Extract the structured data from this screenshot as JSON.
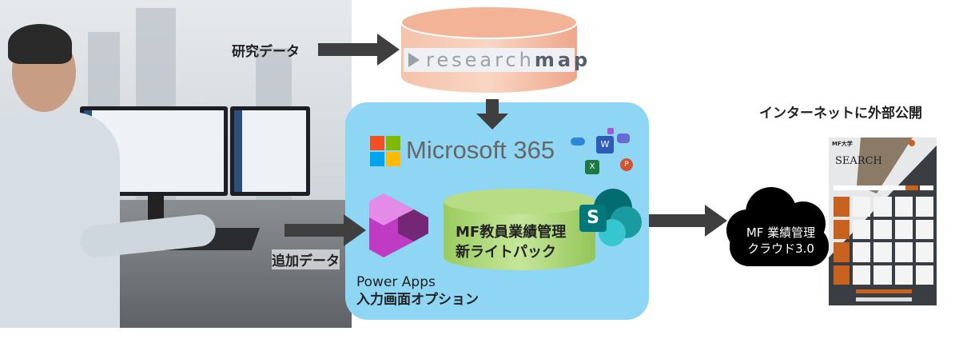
{
  "labels": {
    "research_data": "研究データ",
    "additional_data": "追加データ",
    "public_internet": "インターネットに外部公開"
  },
  "researchmap": {
    "light": "research",
    "bold": "map"
  },
  "microsoft365": {
    "title": "Microsoft 365"
  },
  "product": {
    "line1": "MF教員業績管理",
    "line2": "新ライトパック"
  },
  "power_apps": {
    "line1": "Power Apps",
    "line2": "入力画面オプション"
  },
  "cloud": {
    "line1": "MF 業績管理",
    "line2": "クラウド3.0"
  },
  "mockup": {
    "brand": "MF大学",
    "heading": "SEARCH"
  },
  "colors": {
    "blue_box": "#8fd6f4",
    "arrow": "#3f3f3f",
    "orange": "#c8621e",
    "green": "#a8d36a",
    "peach": "#f2b396"
  }
}
